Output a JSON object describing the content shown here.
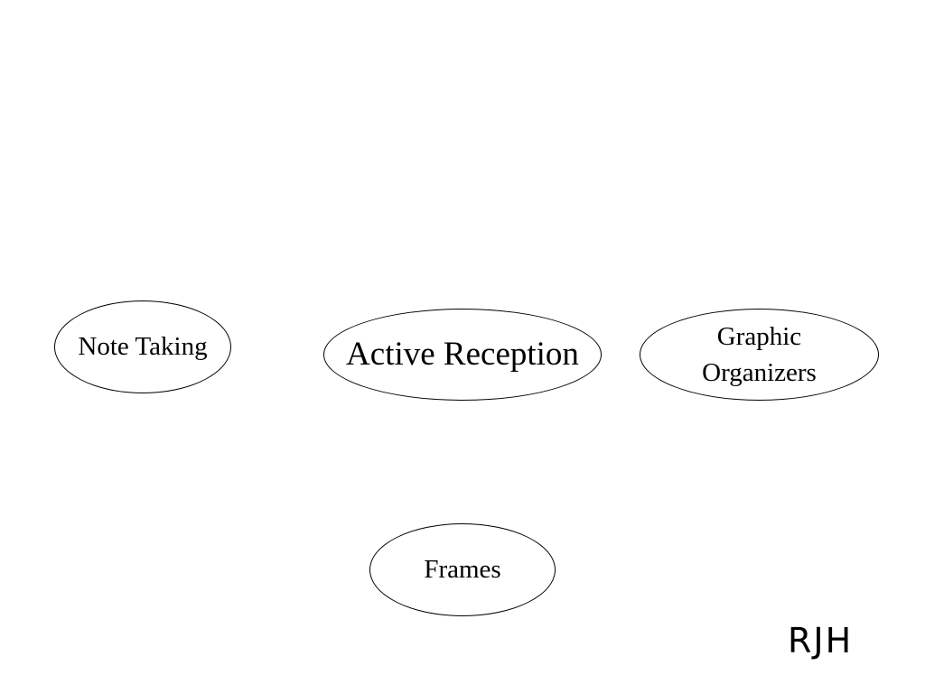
{
  "diagram": {
    "nodes": [
      {
        "id": "note_taking",
        "label": "Note Taking"
      },
      {
        "id": "active_reception",
        "label": "Active Reception"
      },
      {
        "id": "graphic_organizers",
        "label_line1": "Graphic",
        "label_line2": "Organizers"
      },
      {
        "id": "frames",
        "label": "Frames"
      }
    ]
  },
  "signature": "RJH",
  "colors": {
    "background": "#ffffff",
    "stroke": "#000000",
    "text": "#000000"
  }
}
